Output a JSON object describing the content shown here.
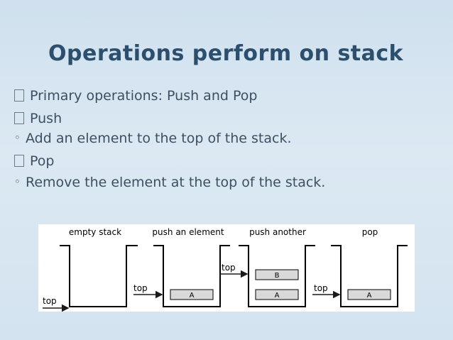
{
  "slide": {
    "title": "Operations perform on stack",
    "bullets": [
      {
        "level": 1,
        "marker_icon": "square-box-icon",
        "text": "Primary operations: Push and Pop"
      },
      {
        "level": 1,
        "marker_icon": "square-box-icon",
        "text": "Push"
      },
      {
        "level": 2,
        "marker": "◦",
        "text": "Add an element to the top of the stack."
      },
      {
        "level": 1,
        "marker_icon": "square-box-icon",
        "text": "Pop"
      },
      {
        "level": 2,
        "marker": "◦",
        "text": "Remove the element at the top of the stack."
      }
    ]
  },
  "diagram": {
    "captions": [
      "empty stack",
      "push an element",
      "push another",
      "pop"
    ],
    "top_label": "top",
    "elements": {
      "a": "A",
      "b": "B"
    },
    "colors": {
      "title": "#2c4f6e",
      "body_text": "#3d4f62",
      "stack_line": "#000000",
      "block_fill": "#d9d9d9"
    }
  }
}
